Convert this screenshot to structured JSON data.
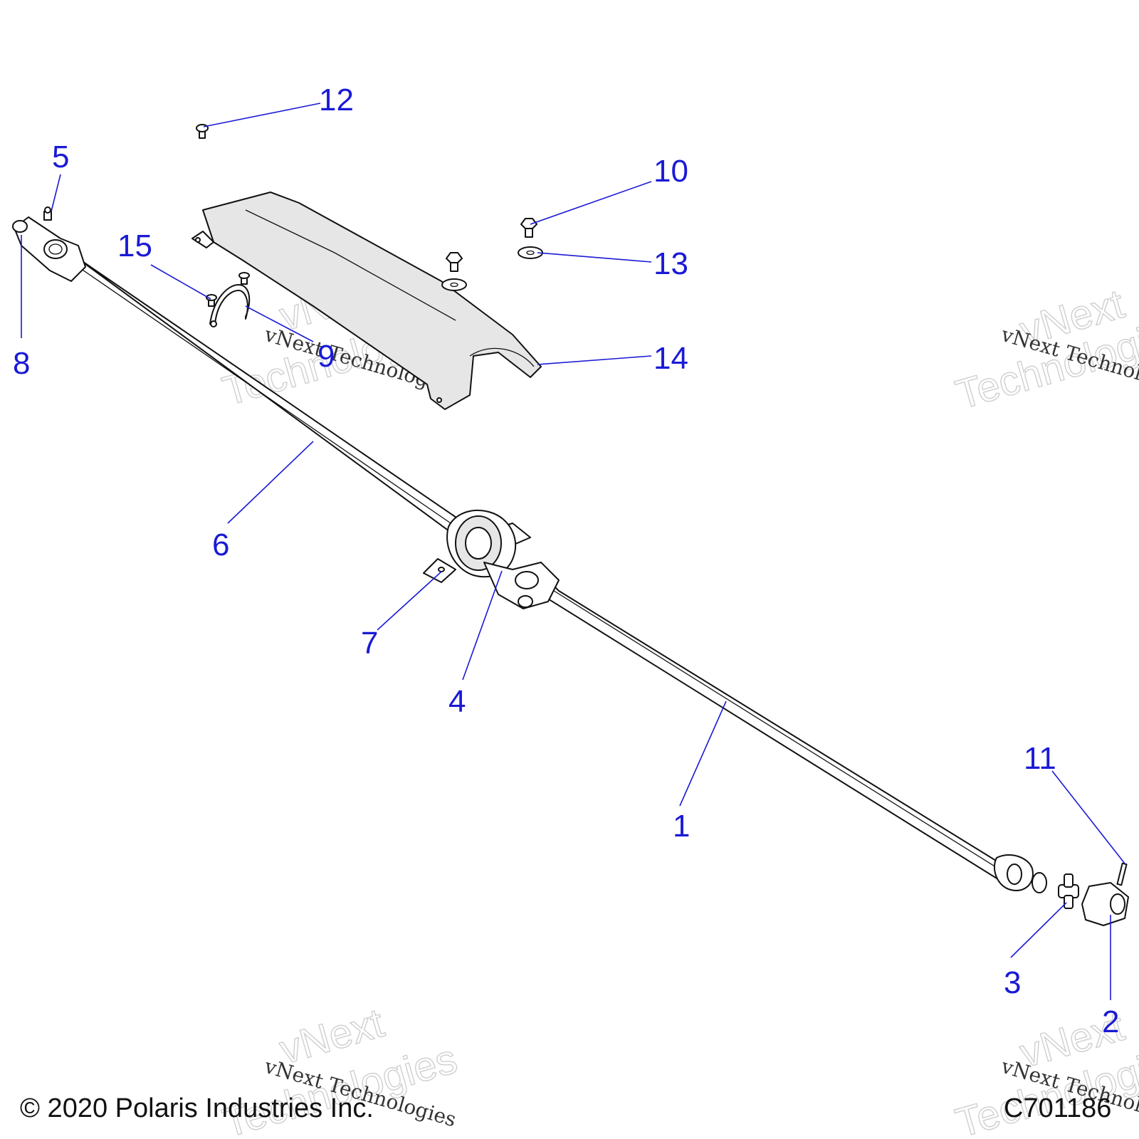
{
  "callouts": {
    "c1": "1",
    "c2": "2",
    "c3": "3",
    "c4": "4",
    "c5": "5",
    "c6": "6",
    "c7": "7",
    "c8": "8",
    "c9": "9",
    "c10": "10",
    "c11": "11",
    "c12": "12",
    "c13": "13",
    "c14": "14",
    "c15": "15"
  },
  "watermark": {
    "line1": "vNext",
    "line2": "Technologies",
    "small": "vNext Technologies"
  },
  "footer": {
    "copyright": "© 2020 Polaris Industries Inc.",
    "drawing_id": "C701186"
  },
  "colors": {
    "callout": "#1a1ad6",
    "line_art": "#111111",
    "watermark": "#cfcfcf"
  }
}
